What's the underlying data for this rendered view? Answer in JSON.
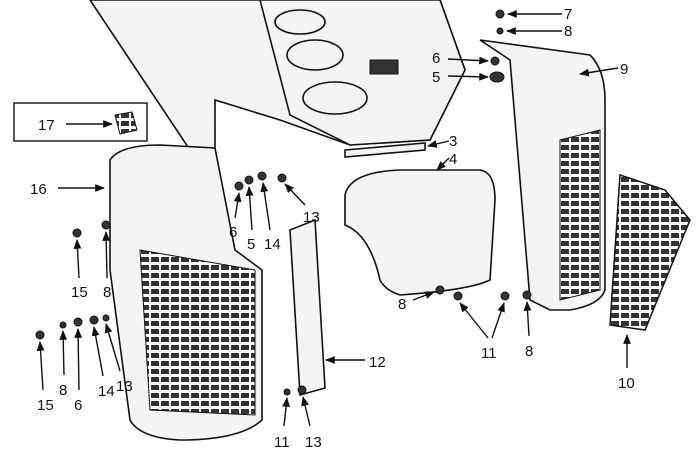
{
  "diagram": {
    "type": "exploded parts diagram",
    "ink_color": "#111111",
    "background": "#ffffff",
    "callouts": [
      "7",
      "8",
      "6",
      "5",
      "9",
      "3",
      "4",
      "17",
      "16",
      "6",
      "5",
      "14",
      "13",
      "15",
      "8",
      "8",
      "11",
      "8",
      "12",
      "10",
      "15",
      "8",
      "6",
      "14",
      "13",
      "11",
      "13"
    ]
  }
}
